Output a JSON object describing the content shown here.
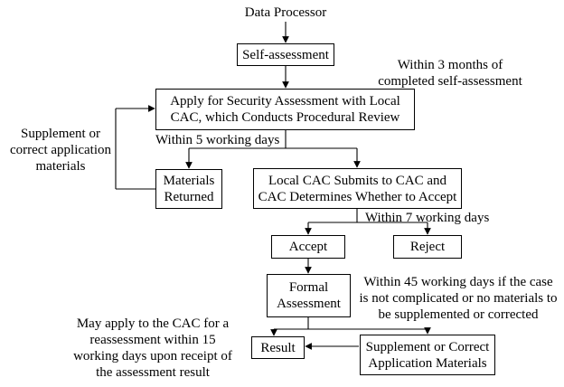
{
  "nodes": {
    "data_processor": "Data Processor",
    "self_assessment": "Self-assessment",
    "apply": [
      "Apply for Security Assessment with Local",
      "CAC, which Conducts Procedural Review"
    ],
    "materials_returned": [
      "Materials",
      "Returned"
    ],
    "local_cac": [
      "Local CAC Submits to CAC and",
      "CAC Determines Whether to Accept"
    ],
    "accept": "Accept",
    "reject": "Reject",
    "formal_assessment": [
      "Formal",
      "Assessment"
    ],
    "result": "Result",
    "supplement_box": [
      "Supplement or Correct",
      "Application Materials"
    ]
  },
  "annotations": {
    "within_3_months": [
      "Within 3 months of",
      "completed self-assessment"
    ],
    "supplement_or_correct": [
      "Supplement or",
      "correct application",
      "materials"
    ],
    "within_5_days": "Within 5 working days",
    "within_7_days": "Within 7 working days",
    "within_45_days": [
      "Within 45 working days if the case",
      "is not complicated or no materials to",
      "be supplemented or corrected"
    ],
    "reassessment": [
      "May apply to the CAC for a",
      "reassessment within 15",
      "working days upon receipt of",
      "the assessment result"
    ]
  },
  "colors": {
    "stroke": "#000000",
    "background": "#ffffff"
  }
}
